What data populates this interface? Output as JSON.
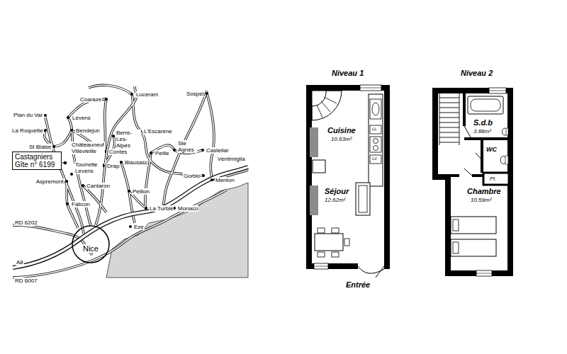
{
  "diagram": {
    "nodes": [
      {
        "text": [
          "Castagniers Gîte n° 6199"
        ]
      },
      {
        "text": [
          "Nice"
        ]
      }
    ],
    "labels": [
      "Plan du Var",
      "La Roquette",
      "St Blaise",
      "Aspremont",
      "Levens",
      "Coaraze",
      "Bendejun",
      "Châteauneuf Villevieille",
      "Contes",
      "Berre- Les-Alpes",
      "Luceram",
      "L'Escarène",
      "Sospel",
      "Peille",
      "Ste Agnès",
      "Castellar",
      "Ventimiglia",
      "Menton",
      "Gorbio",
      "Peillon",
      "Blausasc",
      "Drap",
      "Tourrette Levens",
      "Cantaron",
      "Falicon",
      "La Turbie",
      "Monaco",
      "Eze",
      "RD 6202",
      "A8",
      "RD 6007",
      "Niveau 1",
      "Cuisine",
      "10.63m²",
      "LL",
      "LV",
      "Séjour",
      "12.62m²",
      "Entrée",
      "Niveau 2",
      "S.d.b",
      "3.88m²",
      "WC",
      "Pl.",
      "Chambre",
      "10.59m²"
    ]
  }
}
